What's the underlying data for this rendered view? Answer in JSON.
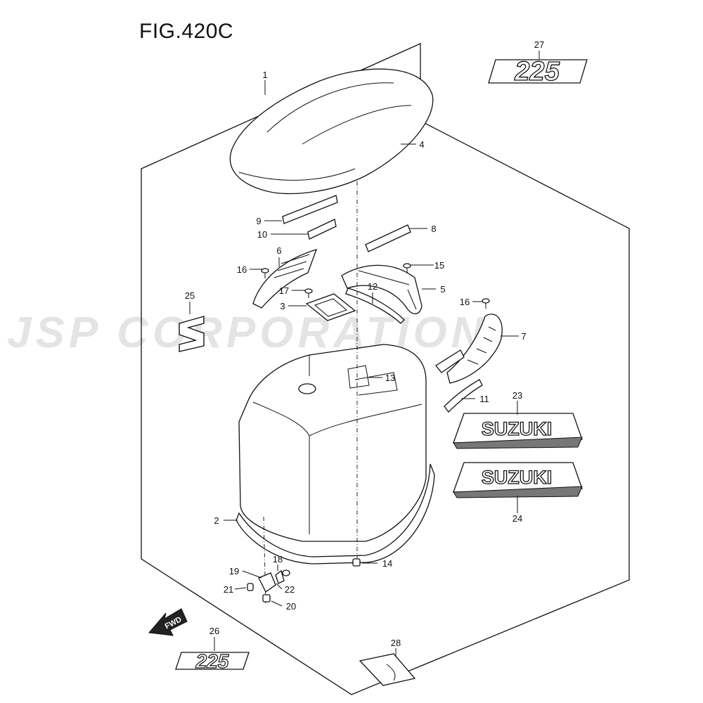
{
  "figure": {
    "title": "FIG.420C"
  },
  "watermark": {
    "text": "JSP CORPORATION"
  },
  "decals": {
    "model_number_top": "225",
    "model_number_bottom": "225",
    "brand_upper": "SUZUKI",
    "brand_lower": "SUZUKI",
    "direction_arrow": "FWD"
  },
  "callouts": [
    {
      "id": "c1",
      "label": "1"
    },
    {
      "id": "c2",
      "label": "2"
    },
    {
      "id": "c3",
      "label": "3"
    },
    {
      "id": "c4",
      "label": "4"
    },
    {
      "id": "c5",
      "label": "5"
    },
    {
      "id": "c6",
      "label": "6"
    },
    {
      "id": "c7",
      "label": "7"
    },
    {
      "id": "c8",
      "label": "8"
    },
    {
      "id": "c9",
      "label": "9"
    },
    {
      "id": "c10",
      "label": "10"
    },
    {
      "id": "c11",
      "label": "11"
    },
    {
      "id": "c12",
      "label": "12"
    },
    {
      "id": "c13",
      "label": "13"
    },
    {
      "id": "c14",
      "label": "14"
    },
    {
      "id": "c15",
      "label": "15"
    },
    {
      "id": "c16a",
      "label": "16"
    },
    {
      "id": "c16b",
      "label": "16"
    },
    {
      "id": "c17",
      "label": "17"
    },
    {
      "id": "c18",
      "label": "18"
    },
    {
      "id": "c19",
      "label": "19"
    },
    {
      "id": "c20",
      "label": "20"
    },
    {
      "id": "c21",
      "label": "21"
    },
    {
      "id": "c22",
      "label": "22"
    },
    {
      "id": "c23",
      "label": "23"
    },
    {
      "id": "c24",
      "label": "24"
    },
    {
      "id": "c25",
      "label": "25"
    },
    {
      "id": "c26",
      "label": "26"
    },
    {
      "id": "c27",
      "label": "27"
    },
    {
      "id": "c28",
      "label": "28"
    }
  ]
}
